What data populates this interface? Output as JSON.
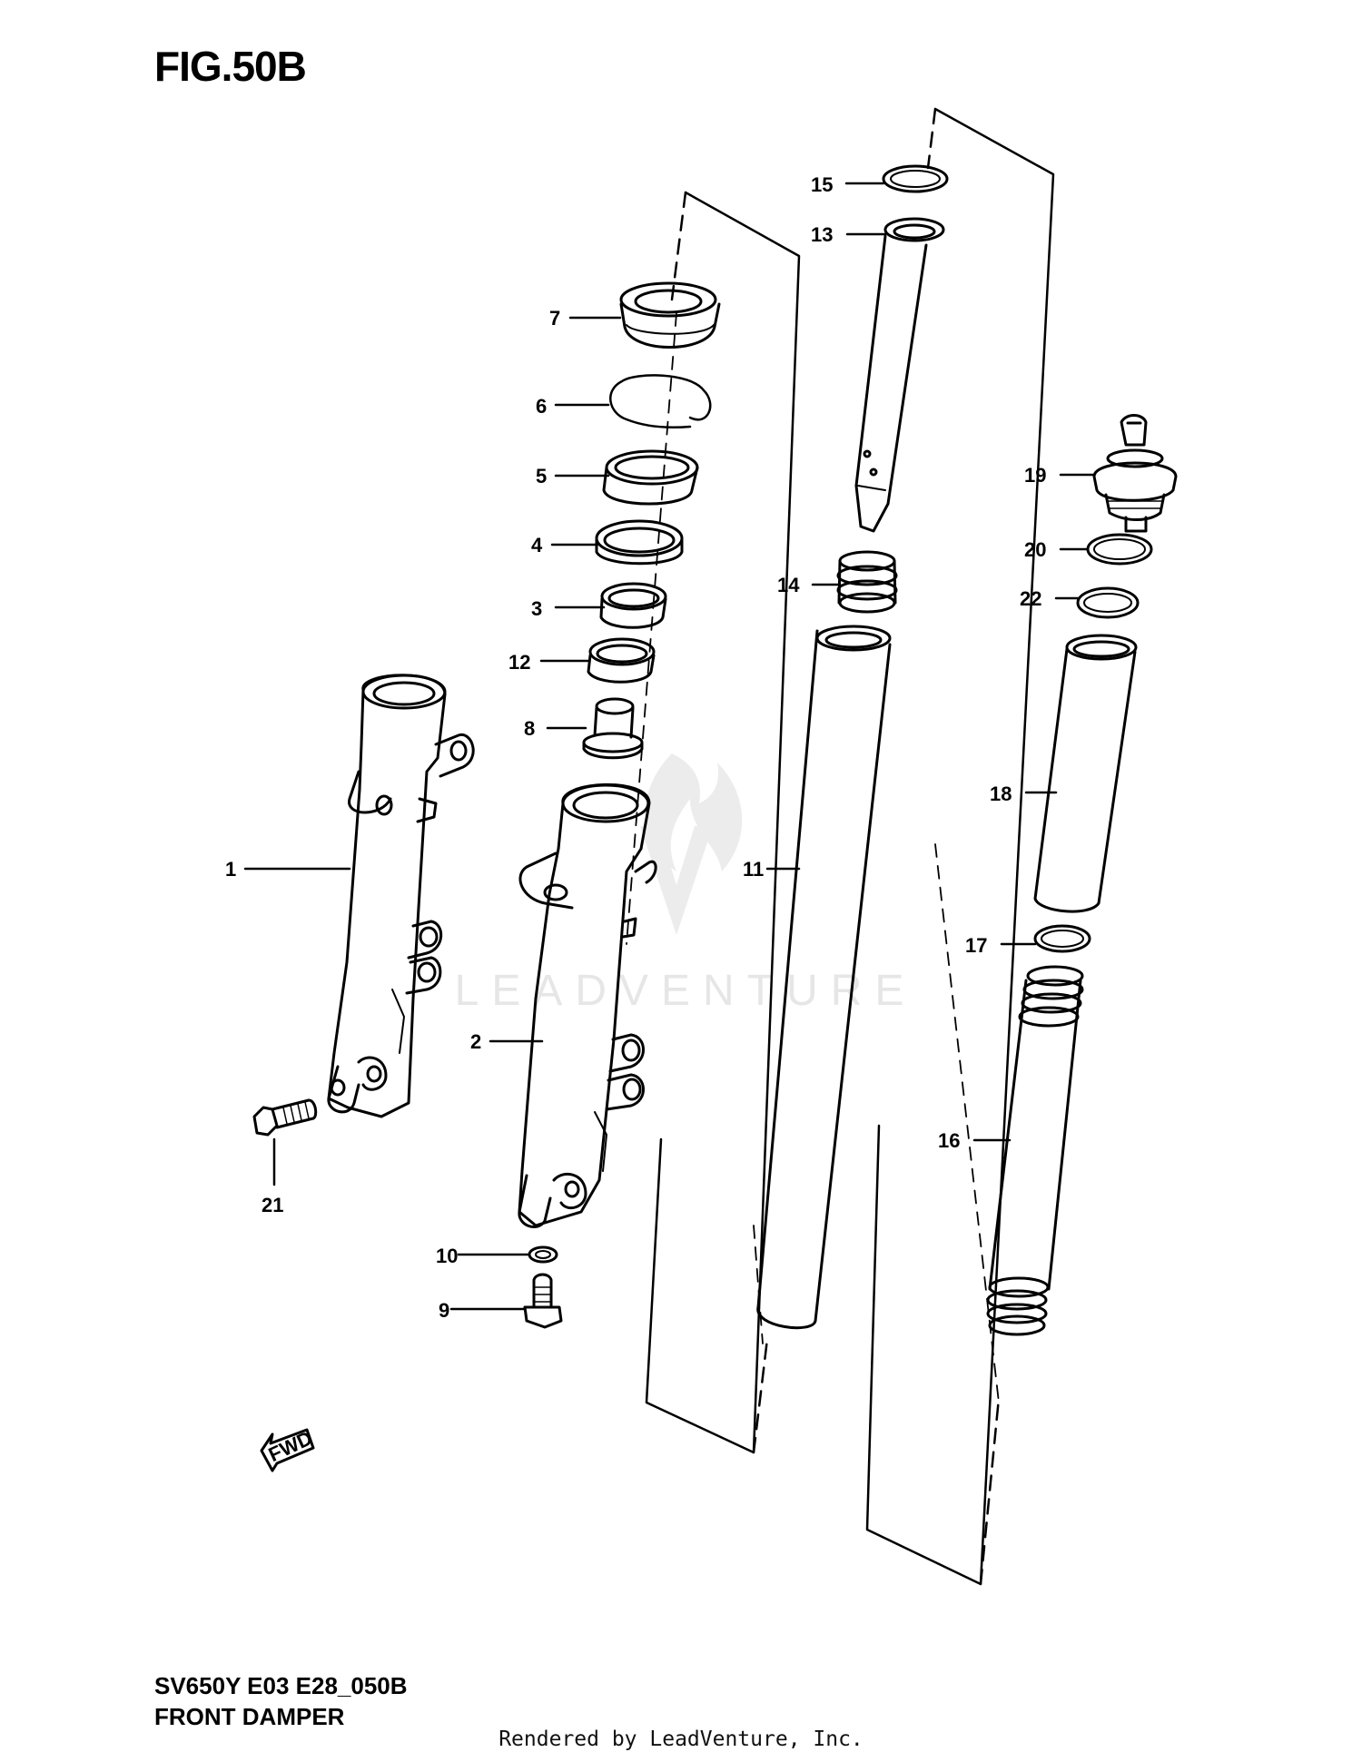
{
  "figure": {
    "title": "FIG.50B",
    "code": "SV650Y E03 E28_050B",
    "name": "FRONT DAMPER"
  },
  "footer": "Rendered by LeadVenture, Inc.",
  "watermark": "LEADVENTURE",
  "callouts": [
    "1",
    "2",
    "3",
    "4",
    "5",
    "6",
    "7",
    "8",
    "9",
    "10",
    "11",
    "12",
    "13",
    "14",
    "15",
    "16",
    "17",
    "18",
    "19",
    "20",
    "21",
    "22"
  ],
  "fwd_label": "FWD",
  "colors": {
    "ink": "#000000",
    "watermark": "#e6e6e6"
  }
}
